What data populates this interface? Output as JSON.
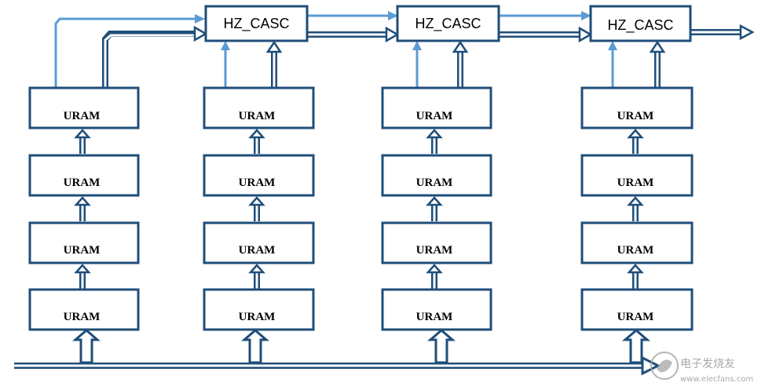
{
  "diagram": {
    "uram_label": "URAM",
    "casc_label": "HZ_CASC",
    "colors": {
      "box_border": "#1f4e79",
      "thick_bus": "#1f4e79",
      "thin_line": "#5b9bd5"
    },
    "columns": [
      {
        "name": "column-1",
        "urams": [
          "URAM",
          "URAM",
          "URAM",
          "URAM"
        ],
        "casc": null
      },
      {
        "name": "column-2",
        "urams": [
          "URAM",
          "URAM",
          "URAM",
          "URAM"
        ],
        "casc": "HZ_CASC"
      },
      {
        "name": "column-3",
        "urams": [
          "URAM",
          "URAM",
          "URAM",
          "URAM"
        ],
        "casc": "HZ_CASC"
      },
      {
        "name": "column-4",
        "urams": [
          "URAM",
          "URAM",
          "URAM",
          "URAM"
        ],
        "casc": "HZ_CASC"
      }
    ]
  },
  "watermark": {
    "title": "电子发烧友",
    "url": "www.elecfans.com",
    "logo_icon": "elecfans-logo-icon"
  }
}
